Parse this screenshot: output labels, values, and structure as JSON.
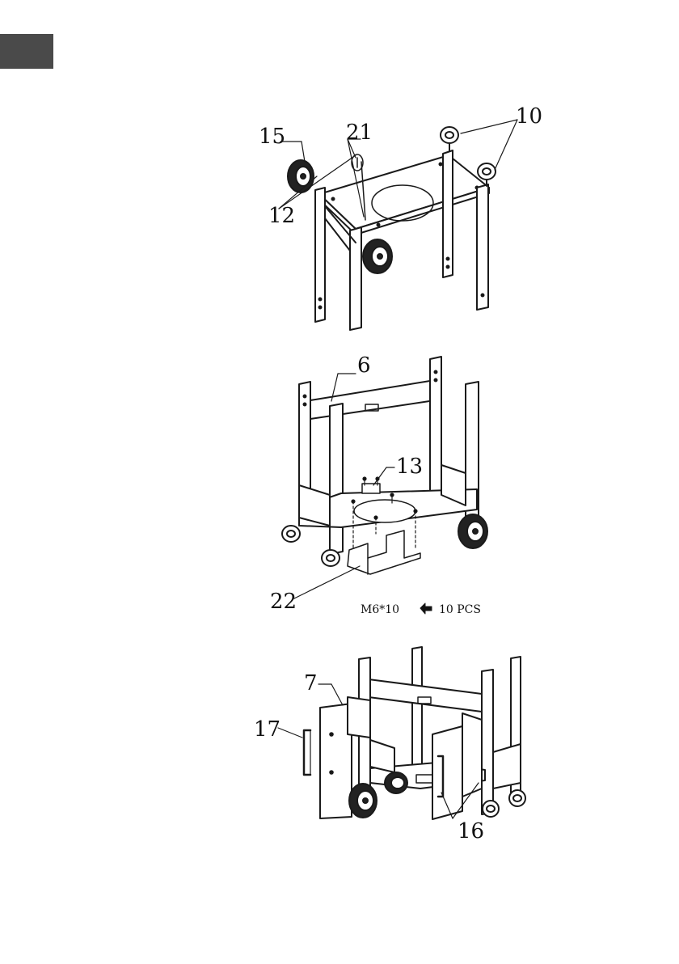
{
  "colors": {
    "tab": "#4a4a4a",
    "line": "#1a1a1a",
    "fill": "#ffffff",
    "tire": "#222222"
  },
  "step1": {
    "labels": {
      "p15": "15",
      "p21": "21",
      "p10": "10",
      "p12": "12"
    }
  },
  "step2": {
    "labels": {
      "p6": "6",
      "p13": "13",
      "p22": "22"
    },
    "screws": {
      "size": "M6*10",
      "qty": "10 PCS"
    }
  },
  "step3": {
    "labels": {
      "p7": "7",
      "p17": "17",
      "p16": "16"
    }
  }
}
